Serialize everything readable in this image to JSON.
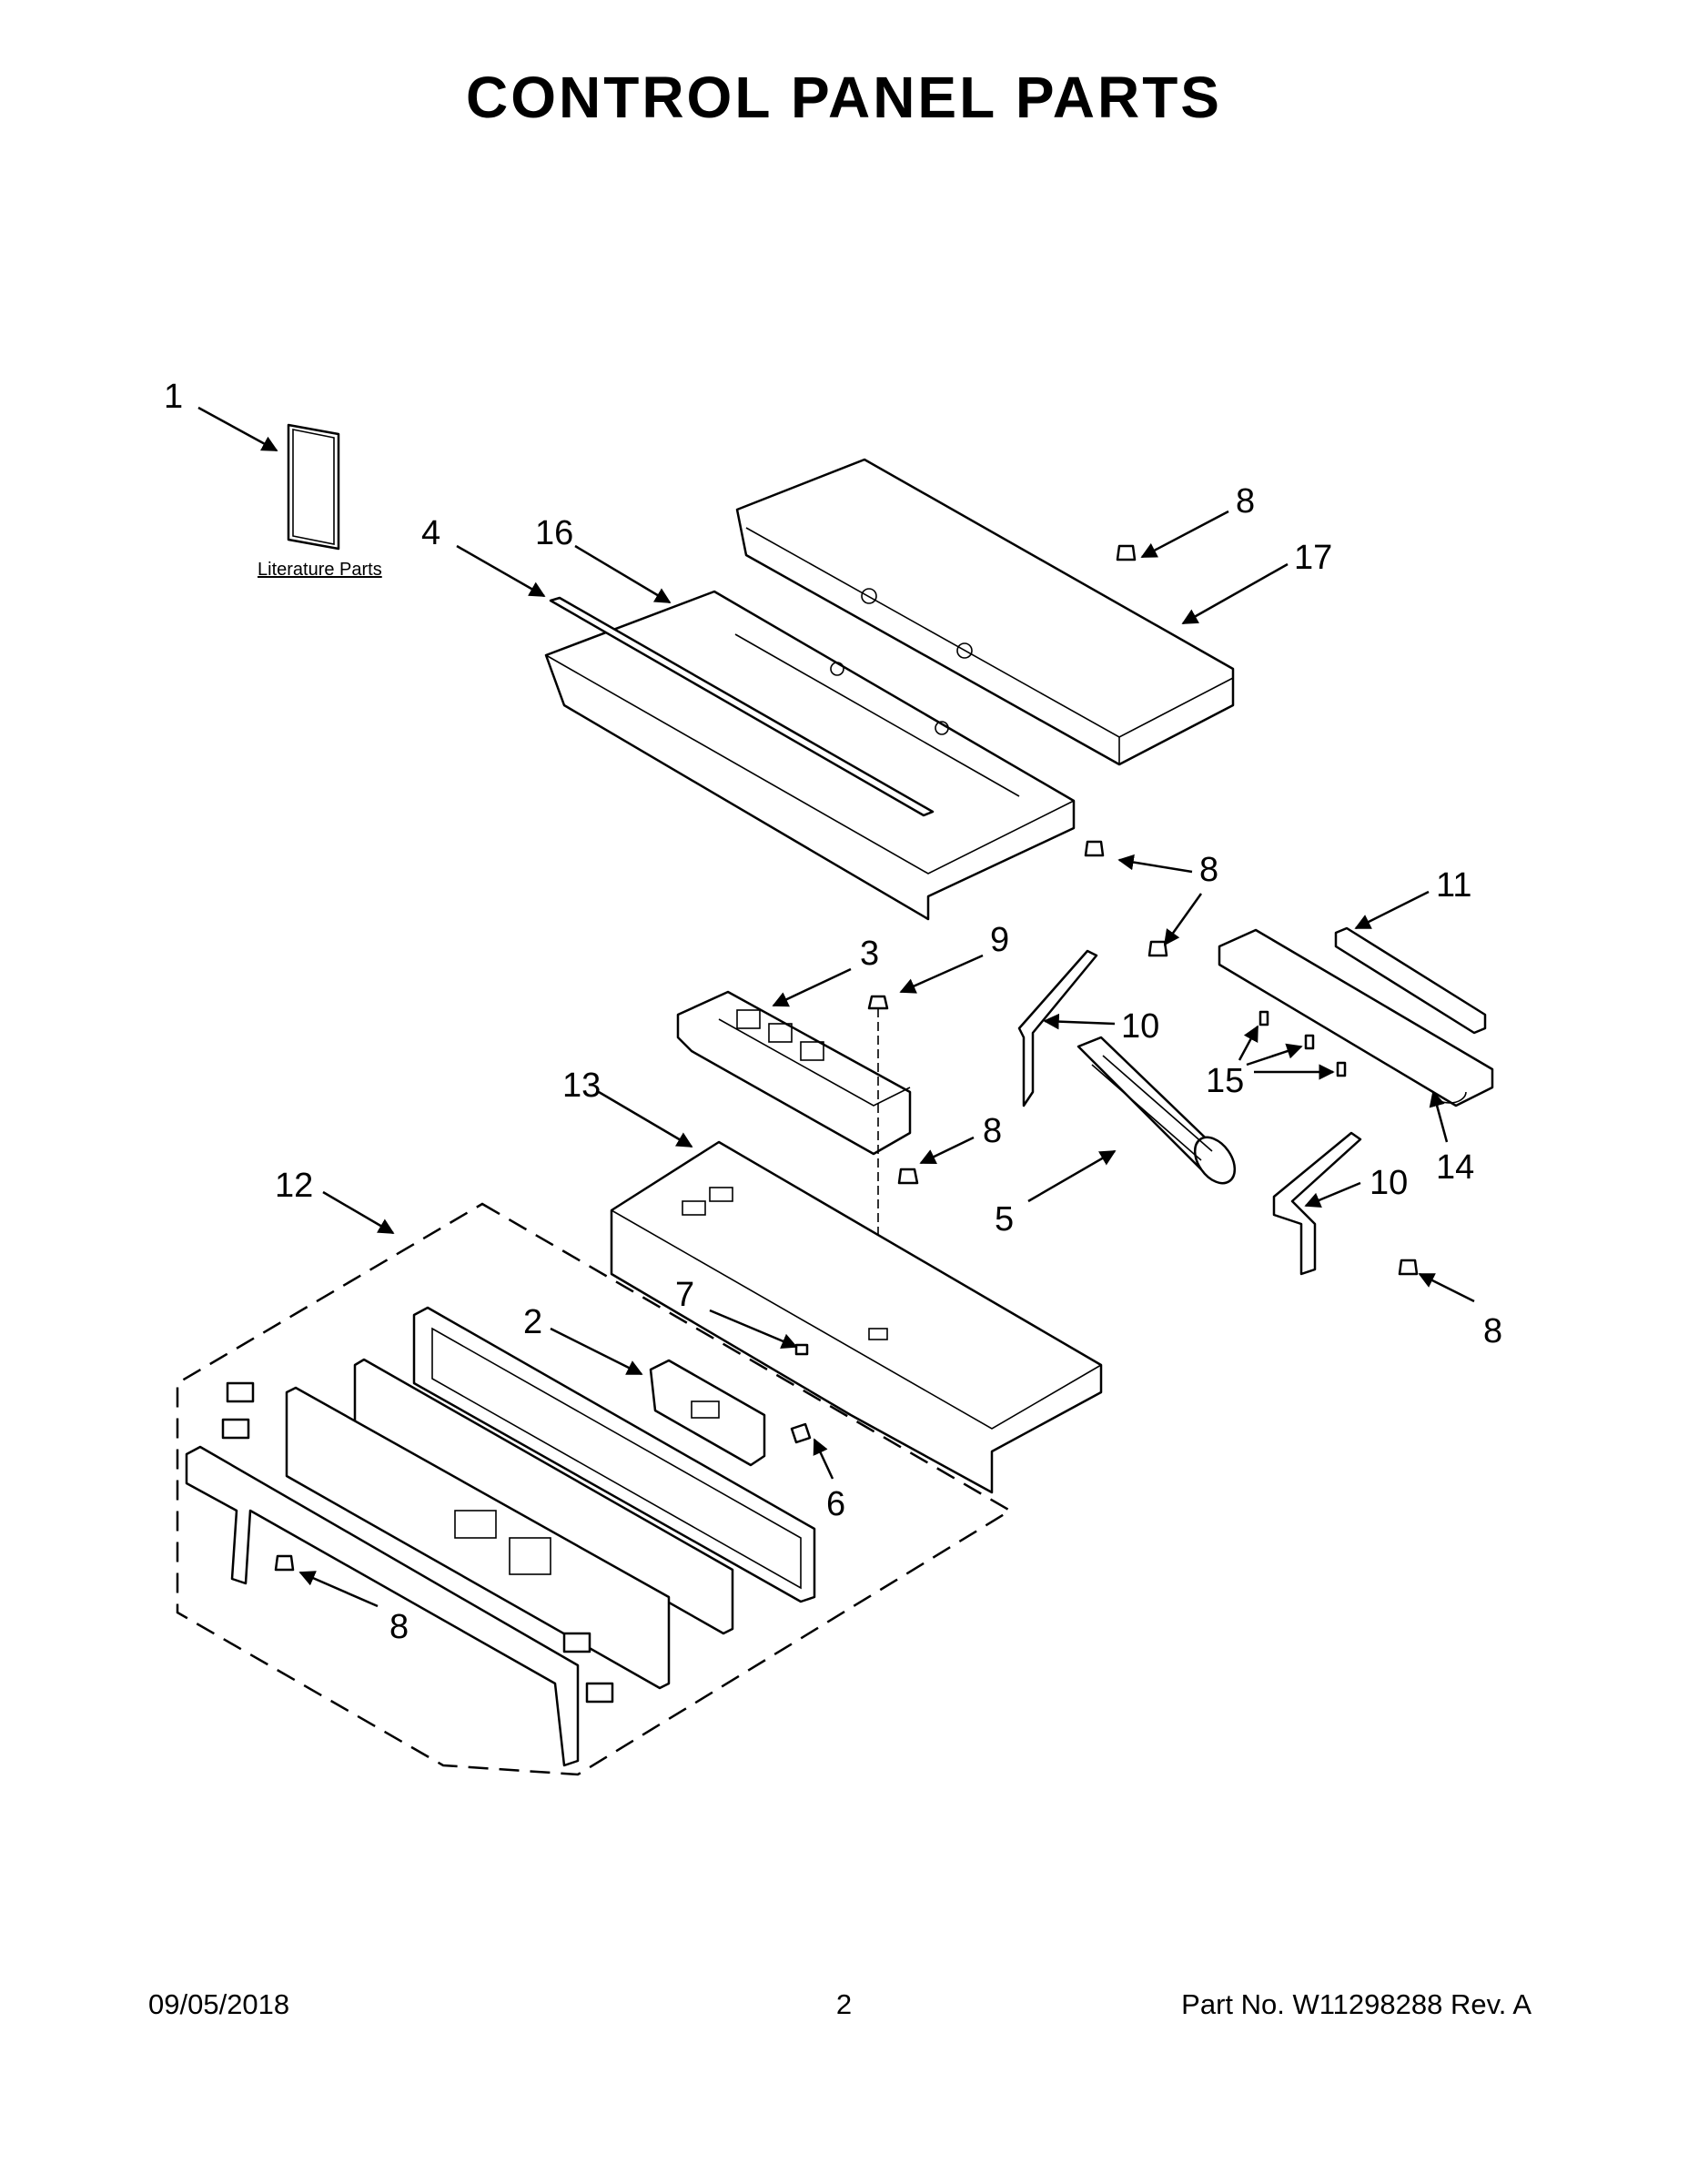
{
  "title": "CONTROL PANEL PARTS",
  "literature_label": "Literature Parts",
  "callouts": [
    {
      "id": "c1",
      "text": "1"
    },
    {
      "id": "c4",
      "text": "4"
    },
    {
      "id": "c16",
      "text": "16"
    },
    {
      "id": "c8a",
      "text": "8"
    },
    {
      "id": "c17",
      "text": "17"
    },
    {
      "id": "c8b",
      "text": "8"
    },
    {
      "id": "c11",
      "text": "11"
    },
    {
      "id": "c3",
      "text": "3"
    },
    {
      "id": "c9",
      "text": "9"
    },
    {
      "id": "c10a",
      "text": "10"
    },
    {
      "id": "c15",
      "text": "15"
    },
    {
      "id": "c13",
      "text": "13"
    },
    {
      "id": "c8c",
      "text": "8"
    },
    {
      "id": "c12",
      "text": "12"
    },
    {
      "id": "c5",
      "text": "5"
    },
    {
      "id": "c10b",
      "text": "10"
    },
    {
      "id": "c14",
      "text": "14"
    },
    {
      "id": "c7",
      "text": "7"
    },
    {
      "id": "c2",
      "text": "2"
    },
    {
      "id": "c8d",
      "text": "8"
    },
    {
      "id": "c6",
      "text": "6"
    },
    {
      "id": "c8e",
      "text": "8"
    }
  ],
  "footer": {
    "date": "09/05/2018",
    "page": "2",
    "part_no": "Part No.  W11298288  Rev.  A"
  }
}
